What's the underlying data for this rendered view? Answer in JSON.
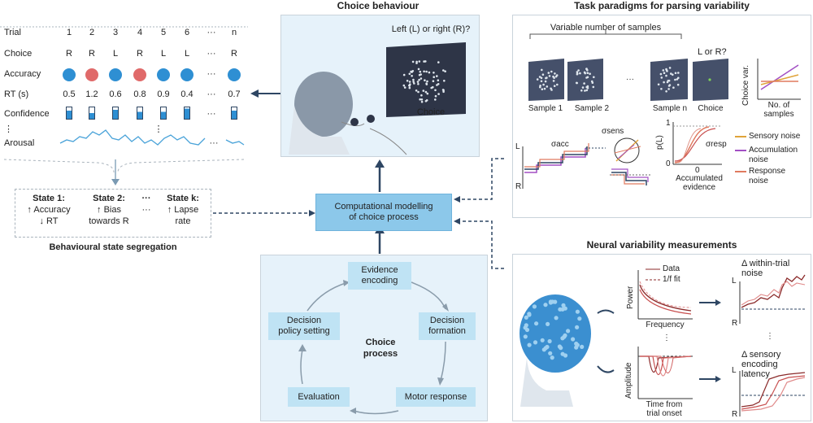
{
  "titles": {
    "choice_behaviour": "Choice behaviour",
    "task_paradigms": "Task paradigms for parsing variability",
    "neural_variability": "Neural variability measurements",
    "state_segregation": "Behavioural state segregation"
  },
  "trial_table": {
    "row_labels": [
      "Trial",
      "Choice",
      "Accuracy",
      "RT (s)",
      "Confidence",
      "⋮",
      "Arousal"
    ],
    "trials": [
      "1",
      "2",
      "3",
      "4",
      "5",
      "6",
      "···",
      "n"
    ],
    "choices": [
      "R",
      "R",
      "L",
      "R",
      "L",
      "L",
      "···",
      "R"
    ],
    "rts": [
      "0.5",
      "1.2",
      "0.6",
      "0.8",
      "0.9",
      "0.4",
      "···",
      "0.7"
    ],
    "accuracy": [
      "correct",
      "error",
      "correct",
      "error",
      "correct",
      "correct",
      "",
      "correct"
    ],
    "confidence": [
      0.7,
      0.5,
      0.8,
      0.6,
      0.6,
      0.9,
      null,
      0.7
    ],
    "colors": {
      "correct": "#2e8fd3",
      "error": "#e06a6a",
      "confidence": "#2e8fd3"
    }
  },
  "states": [
    {
      "name": "State 1:",
      "desc1": "↑ Accuracy",
      "desc2": "↓ RT"
    },
    {
      "name": "State 2:",
      "desc1": "↑ Bias",
      "desc2": "towards R"
    },
    {
      "name": "···",
      "desc1": "",
      "desc2": "···"
    },
    {
      "name": "State k:",
      "desc1": "↑ Lapse",
      "desc2": "rate"
    }
  ],
  "choice_scene": {
    "question": "Left (L) or right (R)?",
    "screen_label": "Choice"
  },
  "model_box": {
    "line1": "Computational modelling",
    "line2": "of choice process"
  },
  "cycle": {
    "center1": "Choice",
    "center2": "process",
    "evidence1": "Evidence",
    "evidence2": "encoding",
    "decision1": "Decision",
    "decision2": "formation",
    "motor": "Motor response",
    "evaluation": "Evaluation",
    "policy1": "Decision",
    "policy2": "policy setting"
  },
  "task": {
    "variable_samples": "Variable number of samples",
    "l_or_r": "L or R?",
    "sample1": "Sample 1",
    "sample2": "Sample 2",
    "samplen": "Sample n",
    "choice": "Choice",
    "dots": "···",
    "yaxis": "Choice var.",
    "xaxis1": "No. of",
    "xaxis2": "samples",
    "sigma_acc": "σacc",
    "sigma_sens": "σsens",
    "sigma_resp": "σresp",
    "L": "L",
    "R": "R",
    "pL": "p(L)",
    "one": "1",
    "zero": "0",
    "zero2": "0",
    "acc_ev1": "Accumulated",
    "acc_ev2": "evidence",
    "legend": [
      {
        "label1": "Sensory noise",
        "label2": "",
        "color": "#e0a43a"
      },
      {
        "label1": "Accumulation",
        "label2": "noise",
        "color": "#a24fc4"
      },
      {
        "label1": "Response",
        "label2": "noise",
        "color": "#e07a5f"
      }
    ]
  },
  "neural": {
    "power": "Power",
    "frequency": "Frequency",
    "data": "Data",
    "fit": "1/f fit",
    "amplitude": "Amplitude",
    "time1": "Time from",
    "time2": "trial onset",
    "within1": "Δ within-trial",
    "within2": "noise",
    "sens1": "Δ sensory",
    "sens2": "encoding",
    "sens3": "latency",
    "L": "L",
    "R": "R",
    "L2": "L",
    "R2": "R",
    "vdots": "⋮",
    "vdots2": "⋮"
  }
}
